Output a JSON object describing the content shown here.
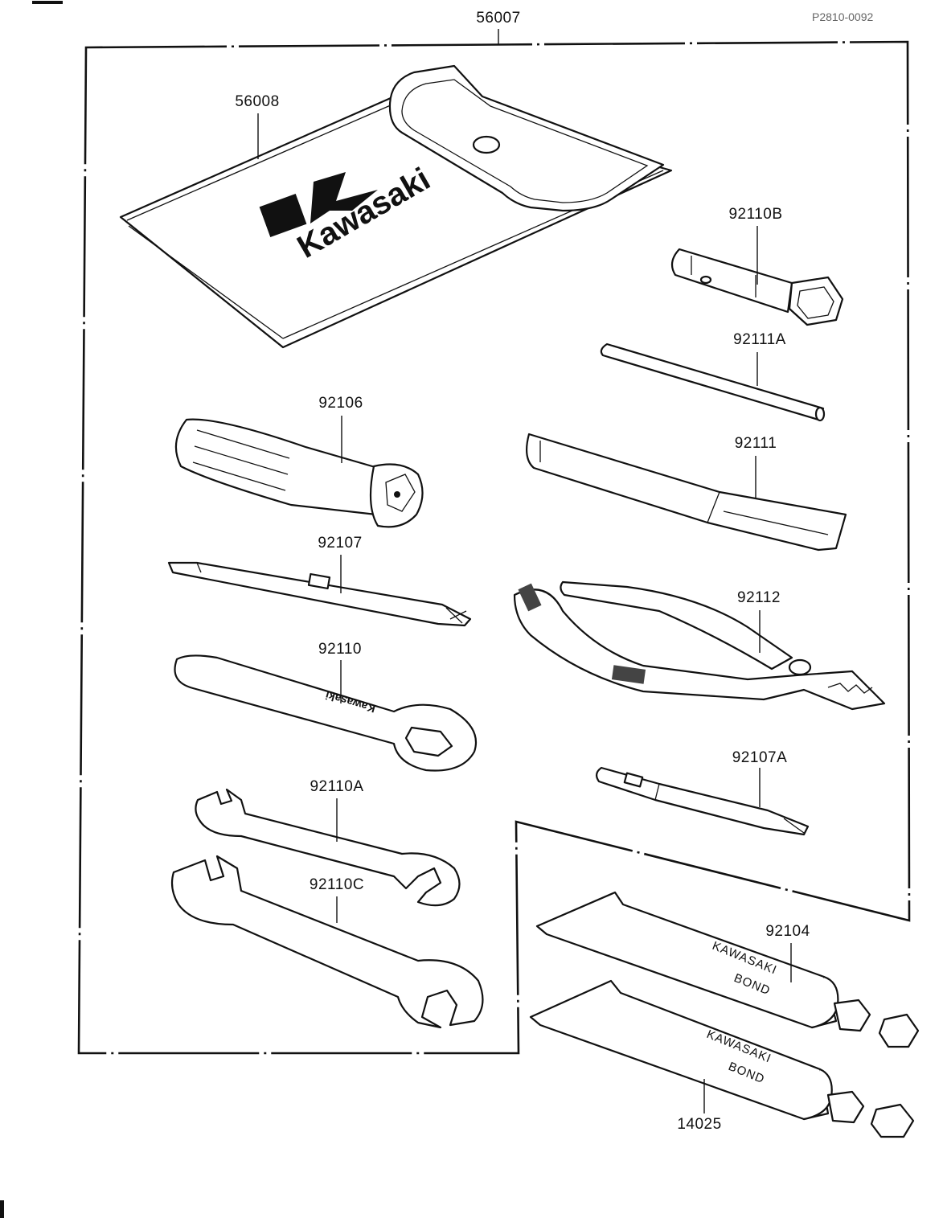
{
  "diagram": {
    "sheet_code": "P2810-0092",
    "brand": "Kawasaki",
    "tube_marking_line1": "KAWASAKI",
    "tube_marking_line2": "BOND",
    "parts": [
      {
        "id": "tool-kit",
        "number": "56007"
      },
      {
        "id": "tool-bag",
        "number": "56008"
      },
      {
        "id": "plug-wrench",
        "number": "92110B"
      },
      {
        "id": "handle-bar",
        "number": "92111A"
      },
      {
        "id": "screwdriver-grip",
        "number": "92106"
      },
      {
        "id": "extension-handle",
        "number": "92111"
      },
      {
        "id": "screwdriver-bit",
        "number": "92107"
      },
      {
        "id": "pliers",
        "number": "92112"
      },
      {
        "id": "box-wrench",
        "number": "92110"
      },
      {
        "id": "screwdriver-bit-a",
        "number": "92107A"
      },
      {
        "id": "open-wrench-small",
        "number": "92110A"
      },
      {
        "id": "open-wrench-large",
        "number": "92110C"
      },
      {
        "id": "bond-tube-a",
        "number": "92104"
      },
      {
        "id": "bond-tube-b",
        "number": "14025"
      }
    ]
  }
}
